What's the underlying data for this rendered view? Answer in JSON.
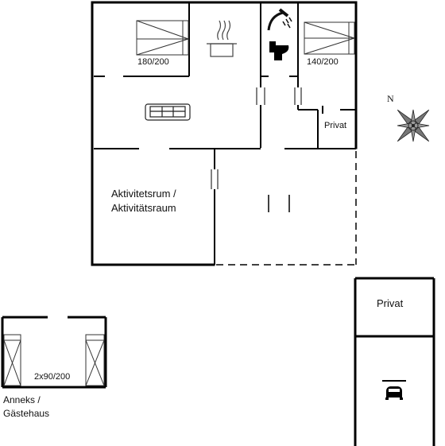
{
  "rooms": {
    "bed_large": "180/200",
    "bed_medium": "140/200",
    "private_small": "Privat",
    "activity_line1": "Aktivitetsrum /",
    "activity_line2": "Aktivitätsraum",
    "private_large": "Privat",
    "annex_bed": "2x90/200",
    "annex_line1": "Anneks /",
    "annex_line2": "Gästehaus"
  },
  "compass": {
    "north_label": "N"
  },
  "colors": {
    "wall": "#000000",
    "symbol": "#444444",
    "background": "#ffffff"
  }
}
